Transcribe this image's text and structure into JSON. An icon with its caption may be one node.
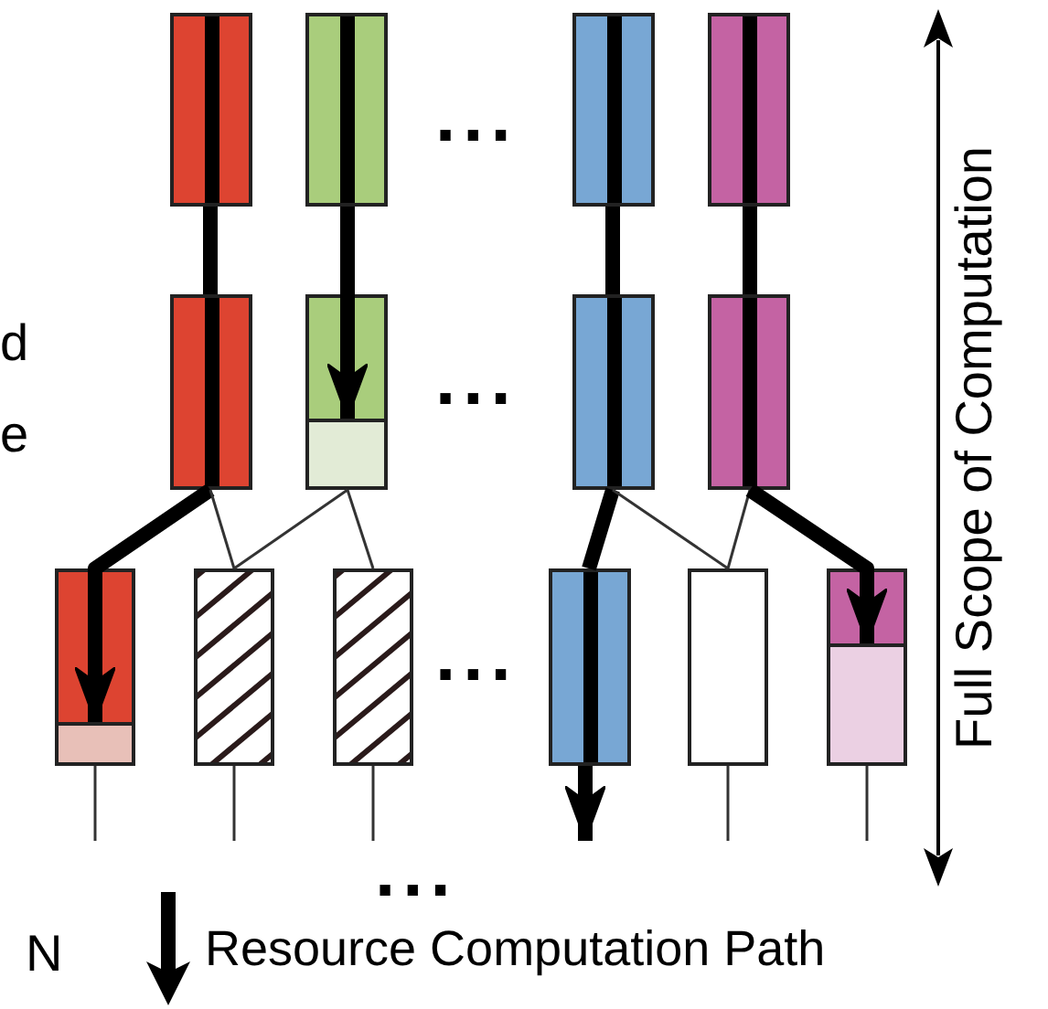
{
  "diagram": {
    "nodes": [
      {
        "text": [],
        "shape": "box"
      },
      {
        "text": [],
        "shape": "box"
      },
      {
        "text": [],
        "shape": "box"
      },
      {
        "text": [],
        "shape": "box"
      },
      {
        "text": [],
        "shape": "box"
      },
      {
        "text": [],
        "shape": "box"
      },
      {
        "text": [],
        "shape": "box",
        "in": 5
      },
      {
        "text": [],
        "shape": "box"
      },
      {
        "text": [],
        "shape": "box"
      },
      {
        "text": [],
        "shape": "box"
      },
      {
        "text": [],
        "shape": "box",
        "in": 9
      },
      {
        "text": [],
        "shape": "box"
      },
      {
        "text": [],
        "shape": "box"
      },
      {
        "text": [],
        "shape": "box"
      },
      {
        "text": [],
        "shape": "box"
      },
      {
        "text": [],
        "shape": "box"
      },
      {
        "text": [],
        "shape": "box",
        "in": 15
      }
    ],
    "edges": [
      {
        "from": 0,
        "to": 4,
        "arrow": "none",
        "style": "thick"
      },
      {
        "from": 1,
        "to": 6,
        "arrow": "to",
        "style": "thick"
      },
      {
        "from": 2,
        "to": 7,
        "arrow": "none",
        "style": "thick"
      },
      {
        "from": 3,
        "to": 8,
        "arrow": "none",
        "style": "thick"
      },
      {
        "from": 4,
        "to": 10,
        "arrow": "to",
        "style": "thick"
      },
      {
        "from": 4,
        "to": 11,
        "arrow": "none"
      },
      {
        "from": 5,
        "to": 11,
        "arrow": "none"
      },
      {
        "from": 5,
        "to": 12,
        "arrow": "none"
      },
      {
        "from": 7,
        "to": 13,
        "arrow": "none",
        "style": "thick"
      },
      {
        "from": 7,
        "to": 14,
        "arrow": "none"
      },
      {
        "from": 8,
        "to": 14,
        "arrow": "none"
      },
      {
        "from": 8,
        "to": 16,
        "arrow": "to",
        "style": "thick"
      },
      {
        "from": 13,
        "to": null,
        "arrow": "to",
        "style": "thick"
      },
      {
        "from": 9,
        "to": null,
        "arrow": "none"
      },
      {
        "from": 11,
        "to": null,
        "arrow": "none"
      },
      {
        "from": 12,
        "to": null,
        "arrow": "none"
      },
      {
        "from": 14,
        "to": null,
        "arrow": "none"
      },
      {
        "from": 15,
        "to": null,
        "arrow": "none"
      }
    ],
    "labels": [
      "...",
      "Full Scope of Computation",
      "d",
      "...",
      "e",
      "...",
      "...",
      "N"
    ],
    "legend": [
      {
        "text": "Resource Computation Path"
      }
    ]
  }
}
